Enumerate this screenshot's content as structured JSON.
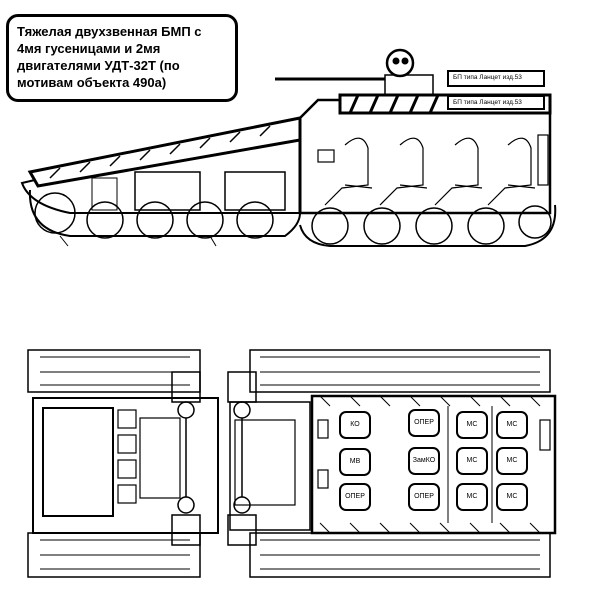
{
  "title": "Тяжелая двухзвенная БМП с 4мя гусеницами и 2мя двигателями УДТ-32Т (по мотивам объекта 490а)",
  "turret_labels": [
    "БП типа Ланцет изд.53",
    "БП типа Ланцет изд.53"
  ],
  "crew_positions": [
    "КО",
    "ОПЕР",
    "МС",
    "МС",
    "МВ",
    "ЗамКО",
    "МС",
    "МС",
    "ОПЕР",
    "ОПЕР",
    "МС",
    "МС"
  ],
  "colors": {
    "line": "#000000",
    "background": "#ffffff"
  }
}
